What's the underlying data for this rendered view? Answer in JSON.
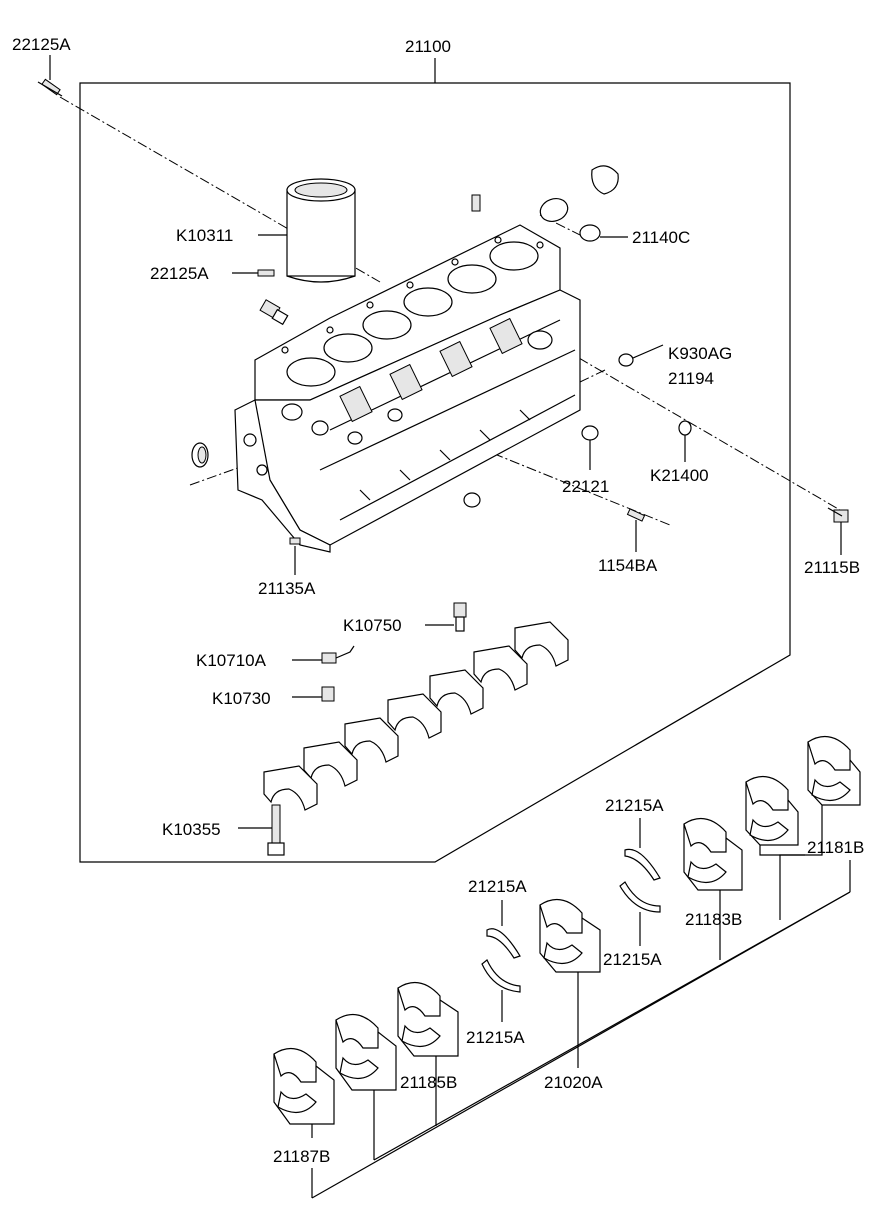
{
  "labels": {
    "l_22125A_top": "22125A",
    "l_21100": "21100",
    "l_K10311": "K10311",
    "l_22125A_mid": "22125A",
    "l_21140C": "21140C",
    "l_K930AG": "K930AG",
    "l_21194": "21194",
    "l_K21400": "K21400",
    "l_22121": "22121",
    "l_21115B": "21115B",
    "l_1154BA": "1154BA",
    "l_21135A": "21135A",
    "l_K10750": "K10750",
    "l_K10710A": "K10710A",
    "l_K10730": "K10730",
    "l_K10355": "K10355",
    "l_21215A_1": "21215A",
    "l_21215A_2": "21215A",
    "l_21215A_3": "21215A",
    "l_21215A_4": "21215A",
    "l_21181B": "21181B",
    "l_21183B": "21183B",
    "l_21020A": "21020A",
    "l_21185B": "21185B",
    "l_21187B": "21187B"
  }
}
